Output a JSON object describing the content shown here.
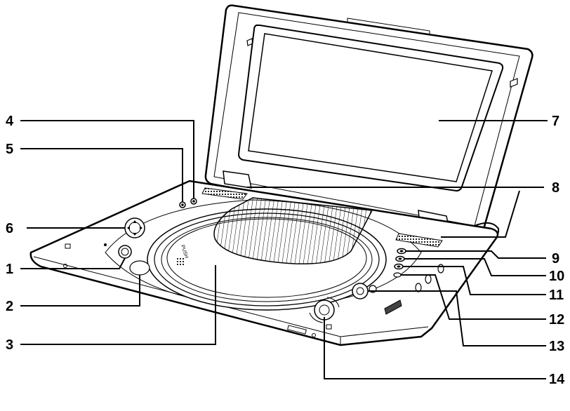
{
  "figure": {
    "push_label": "PUSH"
  },
  "callouts": [
    {
      "id": "c1",
      "label": "1"
    },
    {
      "id": "c2",
      "label": "2"
    },
    {
      "id": "c3",
      "label": "3"
    },
    {
      "id": "c4",
      "label": "4"
    },
    {
      "id": "c5",
      "label": "5"
    },
    {
      "id": "c6",
      "label": "6"
    },
    {
      "id": "c7",
      "label": "7"
    },
    {
      "id": "c8",
      "label": "8"
    },
    {
      "id": "c9",
      "label": "9"
    },
    {
      "id": "c10",
      "label": "10"
    },
    {
      "id": "c11",
      "label": "11"
    },
    {
      "id": "c12",
      "label": "12"
    },
    {
      "id": "c13",
      "label": "13"
    },
    {
      "id": "c14",
      "label": "14"
    }
  ]
}
